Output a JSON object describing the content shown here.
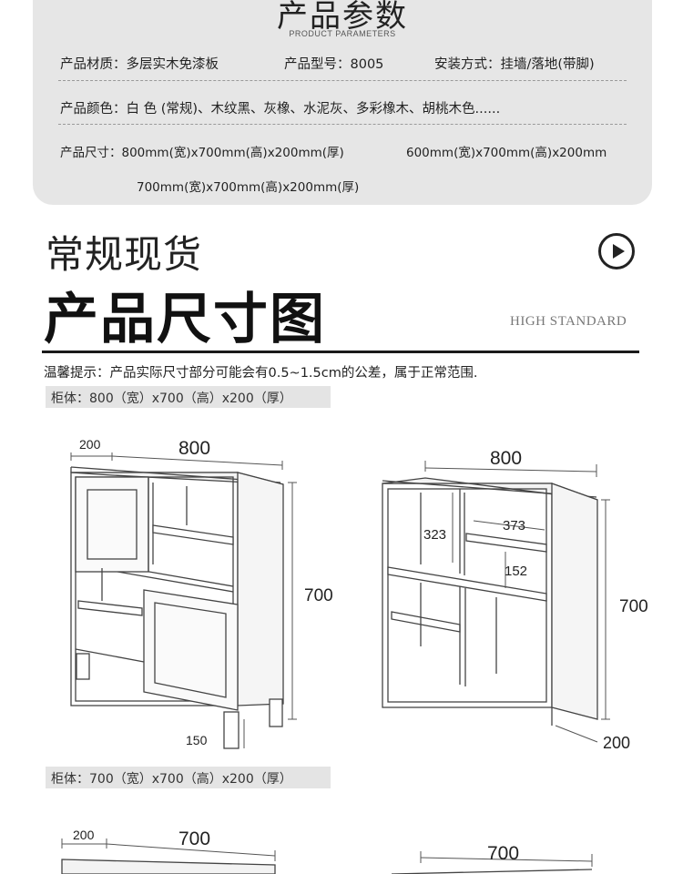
{
  "params": {
    "title": "产品参数",
    "subtitle": "PRODUCT PARAMETERS",
    "material": "产品材质：多层实木免漆板",
    "model": "产品型号：8005",
    "install": "安装方式：挂墙/落地(带脚)",
    "color": "产品颜色：白 色 (常规)、木纹黑、灰橡、水泥灰、多彩橡木、胡桃木色......",
    "size_a": "产品尺寸：800mm(宽)x700mm(高)x200mm(厚)",
    "size_b": "600mm(宽)x700mm(高)x200mm",
    "size_c": "700mm(宽)x700mm(高)x200mm(厚)"
  },
  "section": {
    "title1": "常规现货",
    "title2": "产品尺寸图",
    "tag": "HIGH STANDARD",
    "notice": "温馨提示：产品实际尺寸部分可能会有0.5~1.5cm的公差，属于正常范围."
  },
  "spec1": "柜体：800（宽）x700（高）x200（厚）",
  "spec2": "柜体：700（宽）x700（高）x200（厚）",
  "dims": {
    "left_depth": "200",
    "left_width": "800",
    "left_height": "700",
    "left_leg": "150",
    "right_width": "800",
    "right_inner_h": "323",
    "right_inner_w": "373",
    "right_inner_s": "152",
    "right_height": "700",
    "right_depth": "200",
    "bottom_depth": "200",
    "bottom_left_width": "700",
    "bottom_right_width": "700"
  }
}
